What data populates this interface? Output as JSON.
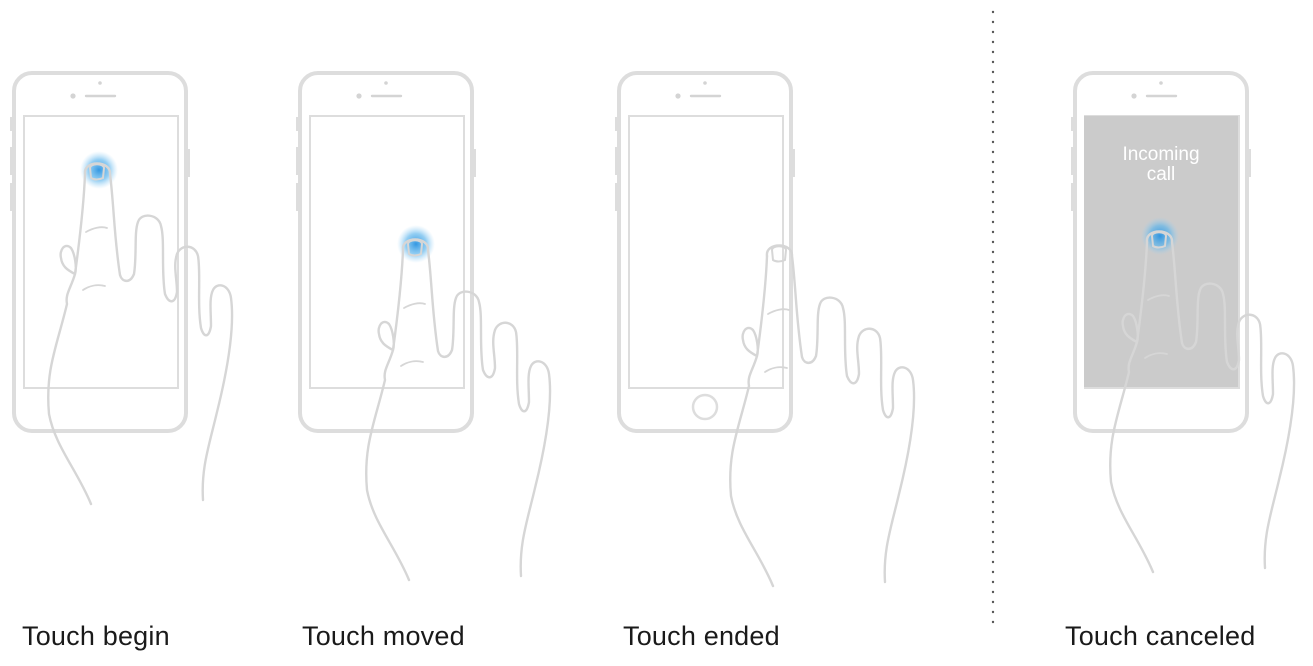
{
  "captions": {
    "touch_begin": "Touch begin",
    "touch_moved": "Touch moved",
    "touch_ended": "Touch ended",
    "touch_canceled": "Touch canceled"
  },
  "overlay": {
    "line1": "Incoming",
    "line2": "call"
  },
  "colors": {
    "outline": "#d9d9d9",
    "touch_glow": "#4aa8e8",
    "overlay_fill": "#cbcbcb",
    "separator": "#555555",
    "caption_text": "#1a1a1a"
  }
}
